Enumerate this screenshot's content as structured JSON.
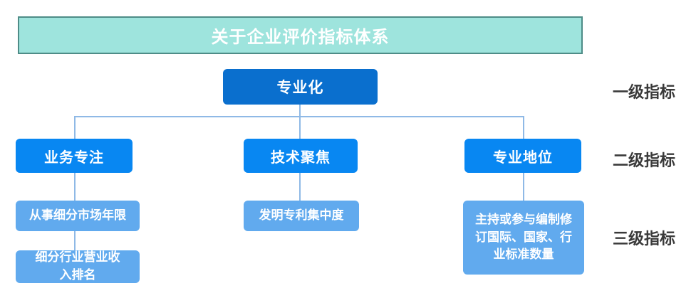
{
  "header": {
    "title": "关于企业评价指标体系"
  },
  "tree": {
    "level1": {
      "label": "专业化"
    },
    "level2": [
      {
        "label": "业务专注"
      },
      {
        "label": "技术聚焦"
      },
      {
        "label": "专业地位"
      }
    ],
    "level3": [
      {
        "label": "从事细分市场年限"
      },
      {
        "label": "发明专利集中度"
      },
      {
        "label": "主持或参与编制修订国际、国家、行业标准数量"
      },
      {
        "label": "细分行业营业收入排名"
      }
    ]
  },
  "side_labels": [
    {
      "label": "一级指标"
    },
    {
      "label": "二级指标"
    },
    {
      "label": "三级指标"
    }
  ],
  "colors": {
    "header_bg": "#9ee4dd",
    "header_border": "#4e8c87",
    "level1_bg": "#0a6fce",
    "level2_bg": "#0887f2",
    "level3_bg": "#61aaee",
    "connector": "#8fb9e6",
    "box_text": "#ffffff",
    "side_label_text": "#3a3a3a"
  }
}
